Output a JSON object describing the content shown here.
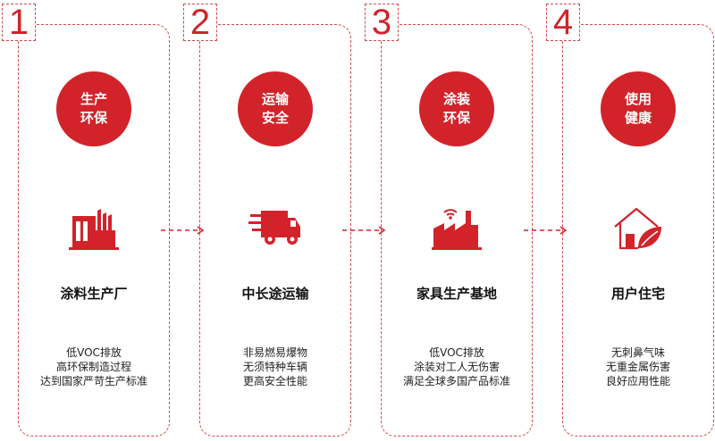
{
  "steps": [
    {
      "number": "1",
      "circle_line1": "生产",
      "circle_line2": "环保",
      "icon": "factory-icon",
      "title": "涂料生产厂",
      "desc": [
        "低VOC排放",
        "高环保制造过程",
        "达到国家严苛生产标准"
      ]
    },
    {
      "number": "2",
      "circle_line1": "运输",
      "circle_line2": "安全",
      "icon": "delivery-truck-icon",
      "title": "中长途运输",
      "desc": [
        "非易燃易爆物",
        "无须特种车辆",
        "更高安全性能"
      ]
    },
    {
      "number": "3",
      "circle_line1": "涂装",
      "circle_line2": "环保",
      "icon": "smart-factory-icon",
      "title": "家具生产基地",
      "desc": [
        "低VOC排放",
        "涂装对工人无伤害",
        "满足全球多国产品标准"
      ]
    },
    {
      "number": "4",
      "circle_line1": "使用",
      "circle_line2": "健康",
      "icon": "eco-house-icon",
      "title": "用户住宅",
      "desc": [
        "无刺鼻气味",
        "无重金属伤害",
        "良好应用性能"
      ]
    }
  ],
  "colors": {
    "accent": "#d2232a",
    "border": "#d24a4a"
  }
}
